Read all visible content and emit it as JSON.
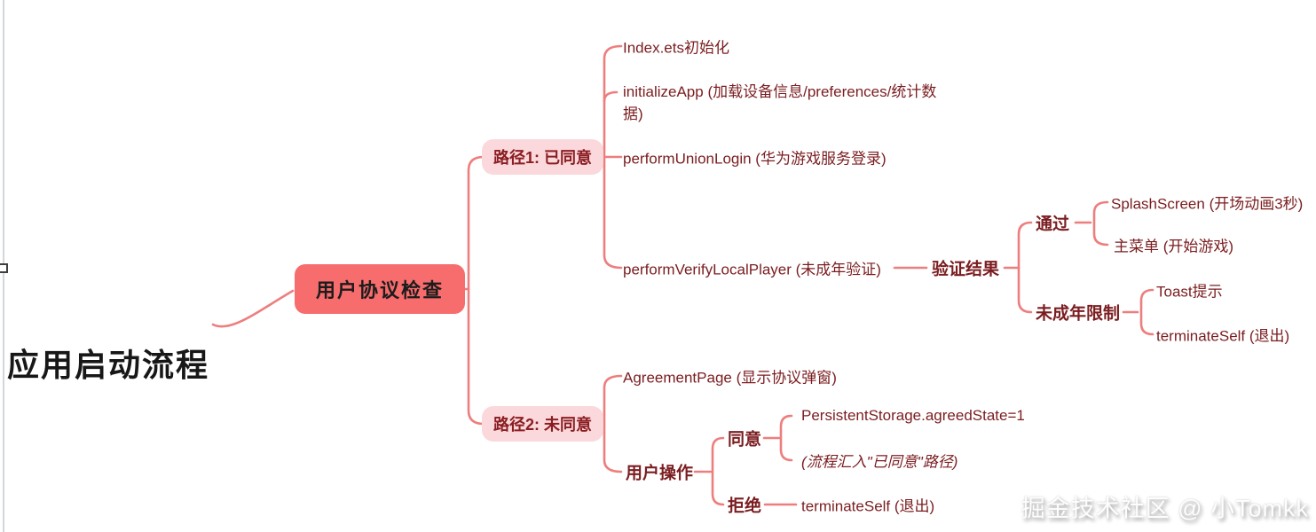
{
  "colors": {
    "node_fill": "#f76c6c",
    "pill_fill": "#fbd8db",
    "line": "#ee7e7e",
    "ink_red": "#7b1d20",
    "ink_black": "#171717"
  },
  "root": {
    "label": "应用启动流程"
  },
  "center_node": {
    "label": "用户协议检查"
  },
  "path1": {
    "label": "路径1: 已同意",
    "index_ets": "Index.ets初始化",
    "initialize_app": "initializeApp (加载设备信息/preferences/统计数\n据)",
    "union_login": "performUnionLogin (华为游戏服务登录)",
    "verify_local_player": "performVerifyLocalPlayer (未成年验证)",
    "verify_result": {
      "label": "验证结果",
      "pass": {
        "label": "通过",
        "splash": "SplashScreen (开场动画3秒)",
        "main_menu": "主菜单 (开始游戏)"
      },
      "minor_restrict": {
        "label": "未成年限制",
        "toast": "Toast提示",
        "terminate": "terminateSelf (退出)"
      }
    }
  },
  "path2": {
    "label": "路径2: 未同意",
    "agreement_page": "AgreementPage (显示协议弹窗)",
    "user_action": {
      "label": "用户操作",
      "agree": {
        "label": "同意",
        "persistent": "PersistentStorage.agreedState=1",
        "merge_note": "(流程汇入\"已同意\"路径)"
      },
      "reject": {
        "label": "拒绝",
        "terminate": "terminateSelf (退出)"
      }
    }
  },
  "watermark": "掘金技术社区 @ 小Tomkk"
}
